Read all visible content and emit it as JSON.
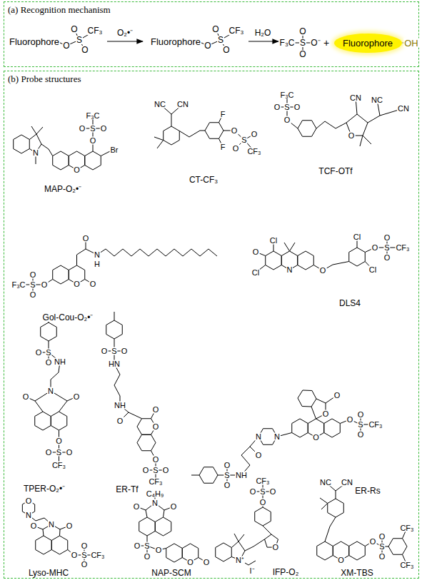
{
  "diagram": {
    "nodes": [
      {
        "text": [
          "(a) Recognition mechanism"
        ]
      },
      {
        "text": [
          "Fluorophore"
        ],
        "in": 0
      },
      {
        "text": [
          "(b) Probe structures"
        ]
      }
    ],
    "labels": [
      "Fluorophore",
      "O",
      "S",
      "O",
      "O",
      "CF₃",
      "O₂•⁻",
      "Fluorophore",
      "O",
      "S",
      "O",
      "O",
      "CF₃",
      "H₂O",
      "F₃C",
      "S",
      "O",
      "O",
      "O⁻",
      "+",
      "OH",
      "F₃C",
      "O",
      "S",
      "O",
      "O",
      "Br",
      "N",
      "O",
      "MAP-O₂•⁻",
      "NC",
      "CN",
      "F",
      "F",
      "O",
      "S",
      "O",
      "O",
      "CF₃",
      "CT-CF₃",
      "F₃C",
      "S",
      "O",
      "O",
      "O",
      "CN",
      "NC",
      "CN",
      "O",
      "TCF-OTf",
      "O",
      "N",
      "H",
      "O",
      "O",
      "O",
      "S",
      "O",
      "O",
      "F₃C",
      "Gol-Cou-O₂•⁻",
      "Cl",
      "O",
      "Cl",
      "N",
      "O",
      "Cl",
      "Cl",
      "O",
      "S",
      "O",
      "O",
      "CF₃",
      "DLS4",
      "NH",
      "S",
      "O",
      "O",
      "O",
      "N",
      "O",
      "O",
      "S",
      "O",
      "O",
      "CF₃",
      "TPER-O₂•⁻",
      "O",
      "S",
      "O",
      "HN",
      "NH",
      "O",
      "O",
      "O",
      "O",
      "S",
      "O",
      "O",
      "CF₃",
      "ER-Tf",
      "O",
      "O",
      "O",
      "O",
      "S",
      "O",
      "O",
      "CF₃",
      "N",
      "N",
      "O",
      "NH",
      "S",
      "O",
      "O",
      "ER-Rs",
      "O",
      "N",
      "N",
      "O",
      "O",
      "O",
      "S",
      "O",
      "O",
      "CF₃",
      "Lyso-MHC",
      "C₄H₉",
      "N",
      "O",
      "O",
      "S",
      "O",
      "O",
      "O",
      "O",
      "O",
      "NAP-SCM",
      "CF₃",
      "O",
      "S",
      "O",
      "O",
      "O",
      "N⁺",
      "I⁻",
      "IFP-O₂",
      "NC",
      "CN",
      "O",
      "O",
      "S",
      "O",
      "O",
      "CF₃",
      "CF₃",
      "XM-TBS"
    ]
  }
}
